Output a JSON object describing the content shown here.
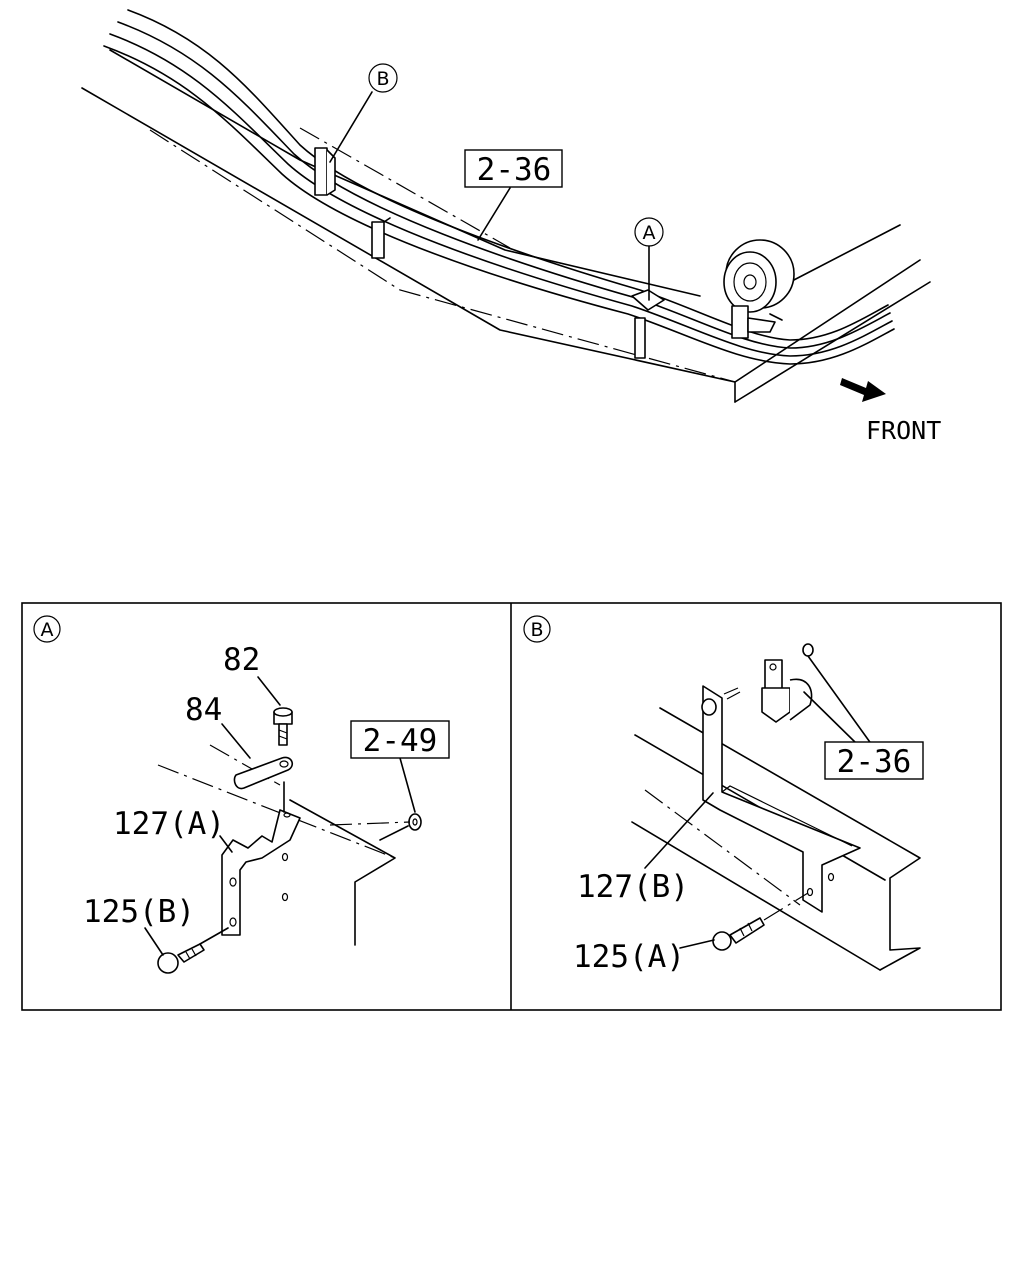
{
  "overview": {
    "ref_main": "2-36",
    "callout_a": "A",
    "callout_b": "B",
    "front_label": "FRONT"
  },
  "detail_a": {
    "panel_label": "A",
    "part_82": "82",
    "part_84": "84",
    "part_127a": "127(A)",
    "part_125b": "125(B)",
    "ref_2_49": "2-49"
  },
  "detail_b": {
    "panel_label": "B",
    "ref_2_36": "2-36",
    "part_127b": "127(B)",
    "part_125a": "125(A)"
  }
}
